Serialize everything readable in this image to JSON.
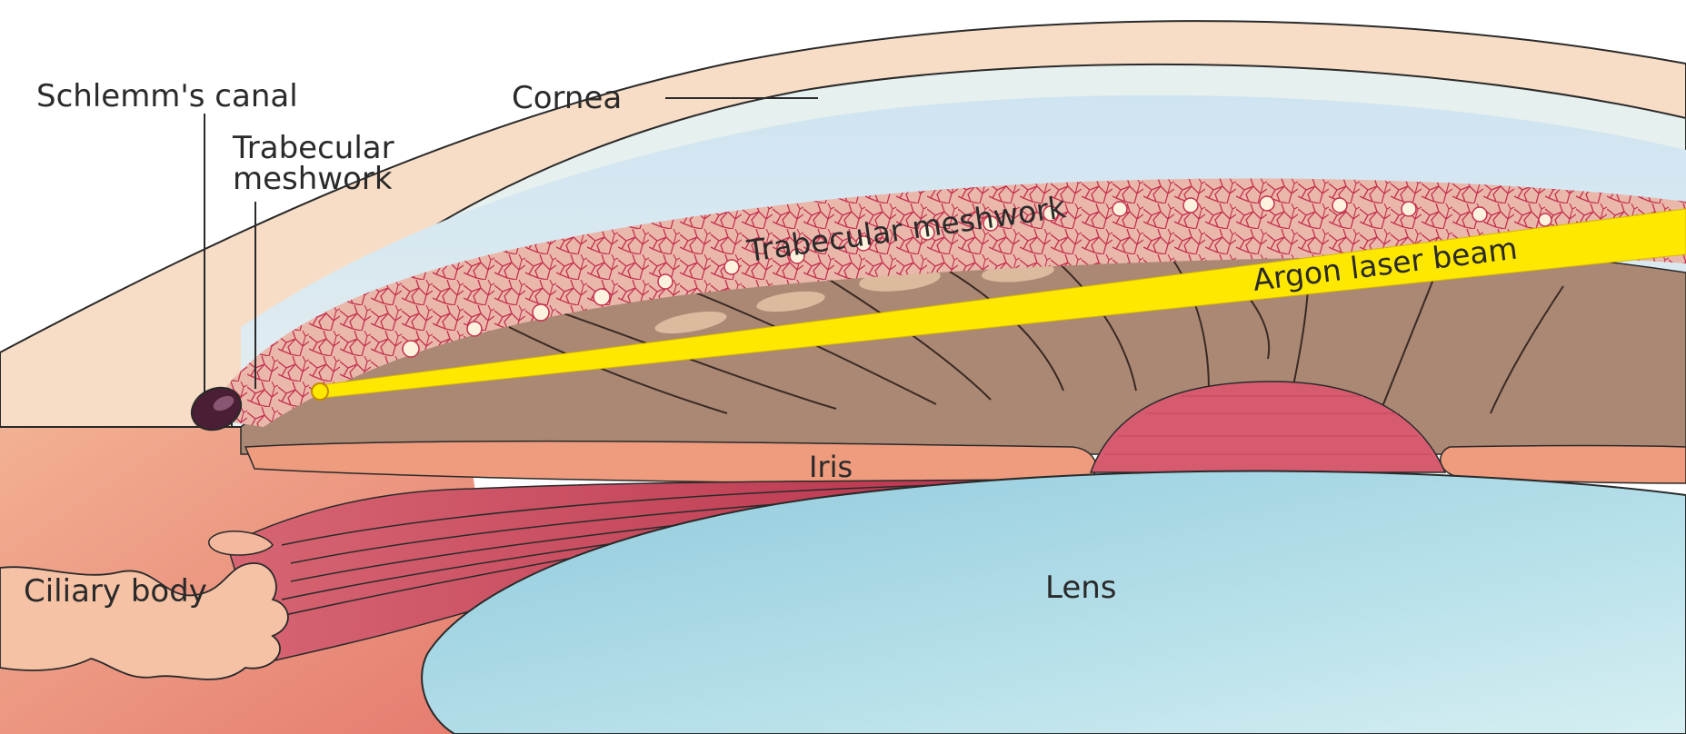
{
  "labels": {
    "schlemms_canal": "Schlemm's canal",
    "cornea": "Cornea",
    "trabecular_line1": "Trabecular",
    "trabecular_line2": "meshwork",
    "trabecular_curved": "Trabecular meshwork",
    "laser": "Argon laser beam",
    "iris": "Iris",
    "ciliary_body": "Ciliary body",
    "lens": "Lens"
  },
  "colors": {
    "cornea_outer": "#f7ddc6",
    "cornea_inner": "#e7f1ef",
    "anterior_chamber": "#d2e6f0",
    "meshwork": "#e9b3a8",
    "meshwork_net": "#c2304f",
    "iris_body": "#ad8a76",
    "iris_band": "#ee9a7c",
    "pupil_rim": "#d45a6e",
    "ciliary": "#c85062",
    "sclera": "#f0a88c",
    "lens": "#a9d8e6",
    "laser": "#ffe800"
  }
}
